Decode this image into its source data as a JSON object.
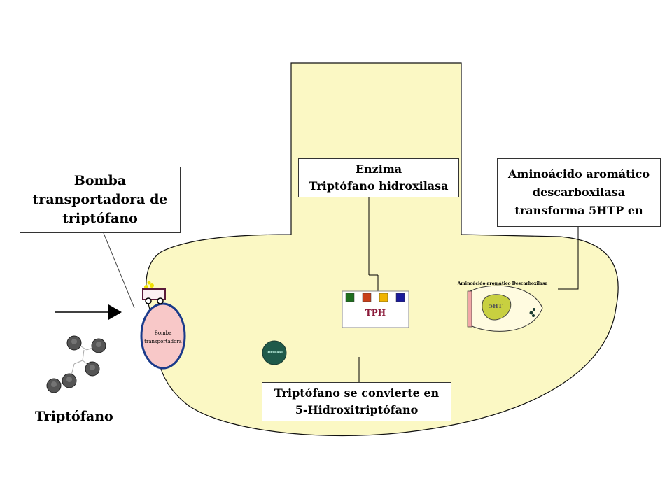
{
  "labels": {
    "bomba_box": "Bomba\ntransportadora de\ntriptófano",
    "enzima_box": "Enzima\nTriptófano hidroxilasa",
    "aade_box": "Aminoácido aromático\ndescarboxilasa\ntransforma 5HTP en",
    "convierte_box": "Triptófano se convierte en\n5-Hidroxitriptófano",
    "triptofano": "Triptófano",
    "tph": "TPH",
    "pump": "Bomba\ntransportadora",
    "aade_small": "Aminoácido aromático Descarboxilasa",
    "fivehtp": "5HT",
    "trip_small": "Triptófano"
  },
  "colors": {
    "cell_fill": "#fbf8c4",
    "pump_fill": "#f8c8c8",
    "pump_stroke": "#1a3a8a",
    "tph_squares": [
      "#1e6e1e",
      "#c8401a",
      "#f0b400",
      "#1a1a9a"
    ],
    "nucleus_fill": "#c8d040",
    "trip_circle": "#1f5a4a"
  }
}
